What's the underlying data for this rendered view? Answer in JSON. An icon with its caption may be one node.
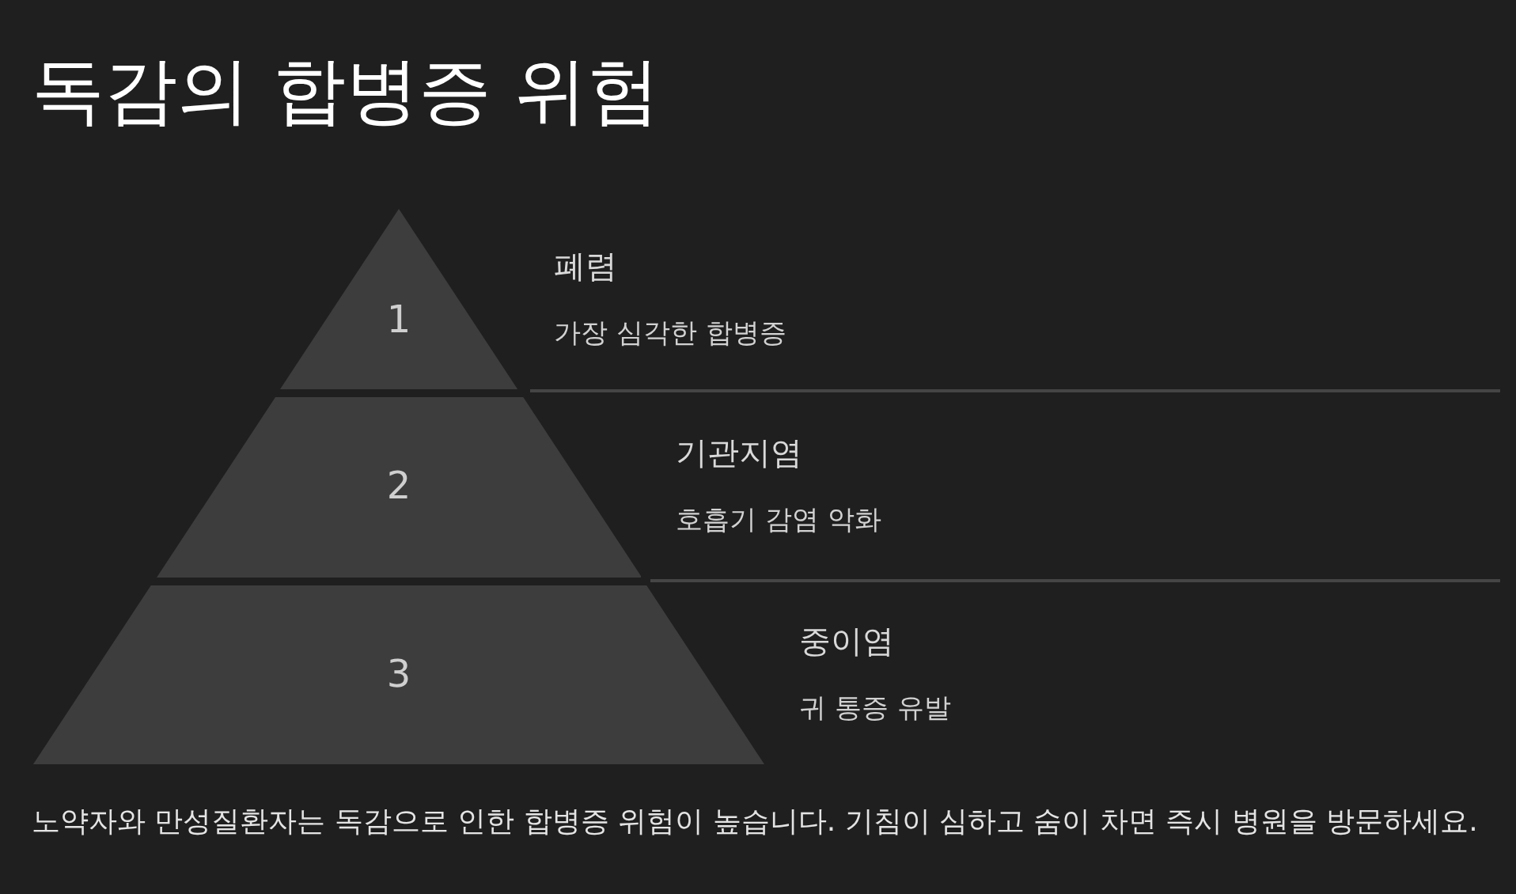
{
  "diagram": {
    "title": "독감의 합병증 위험",
    "nodes": [
      {
        "text": [
          "1"
        ],
        "beside": [
          "폐렴",
          "가장 심각한 합병증"
        ]
      },
      {
        "text": [
          "2"
        ],
        "beside": [
          "기관지염",
          "호흡기 감염 악화"
        ]
      },
      {
        "text": [
          "3"
        ],
        "beside": [
          "중이염",
          "귀 통증 유발"
        ]
      }
    ],
    "caption": "노약자와 만성질환자는 독감으로 인한 합병증 위험이 높습니다. 기침이 심하고 숨이 차면 즉시 병원을 방문하세요."
  }
}
